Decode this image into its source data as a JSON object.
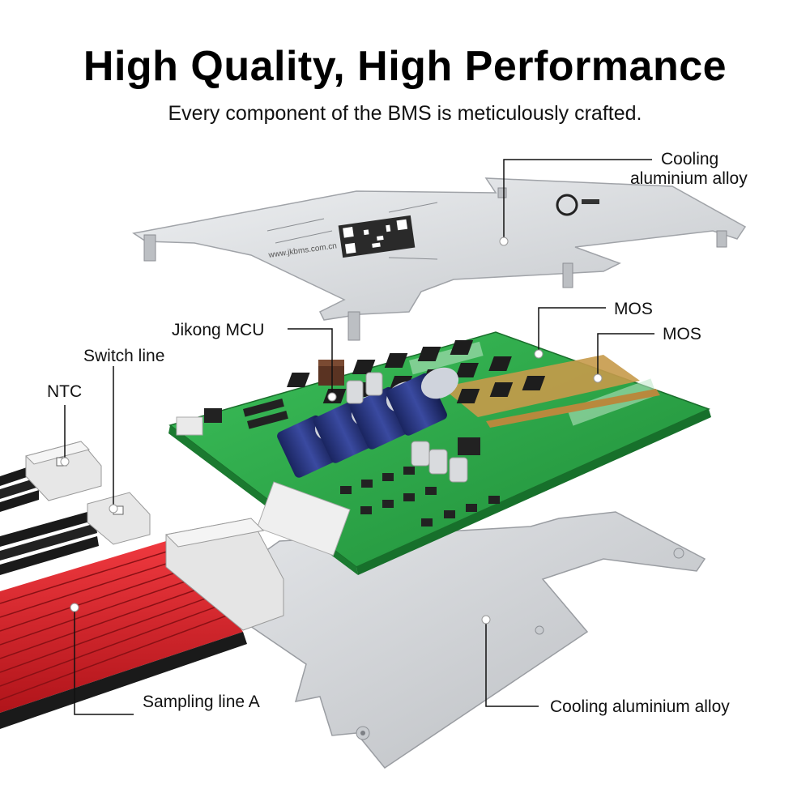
{
  "header": {
    "title": "High Quality, High Performance",
    "subtitle": "Every component of the BMS is meticulously crafted."
  },
  "callouts": {
    "top_plate_line1": "Cooling",
    "top_plate_line2": "aluminium alloy",
    "mcu": "Jikong MCU",
    "mos_1": "MOS",
    "mos_2": "MOS",
    "switch_line": "Switch line",
    "ntc": "NTC",
    "sampling_line": "Sampling line A",
    "bottom_plate": "Cooling aluminium alloy"
  },
  "top_plate": {
    "website": "www.jkbms.com.cn"
  },
  "colors": {
    "pcb": "#2fae4a",
    "plate": "#d3d5d8",
    "capacitor": "#22306e",
    "sampling_wire": "#d8232a",
    "black_wire": "#1a1a1a",
    "copper_bus": "#c79a4a"
  }
}
